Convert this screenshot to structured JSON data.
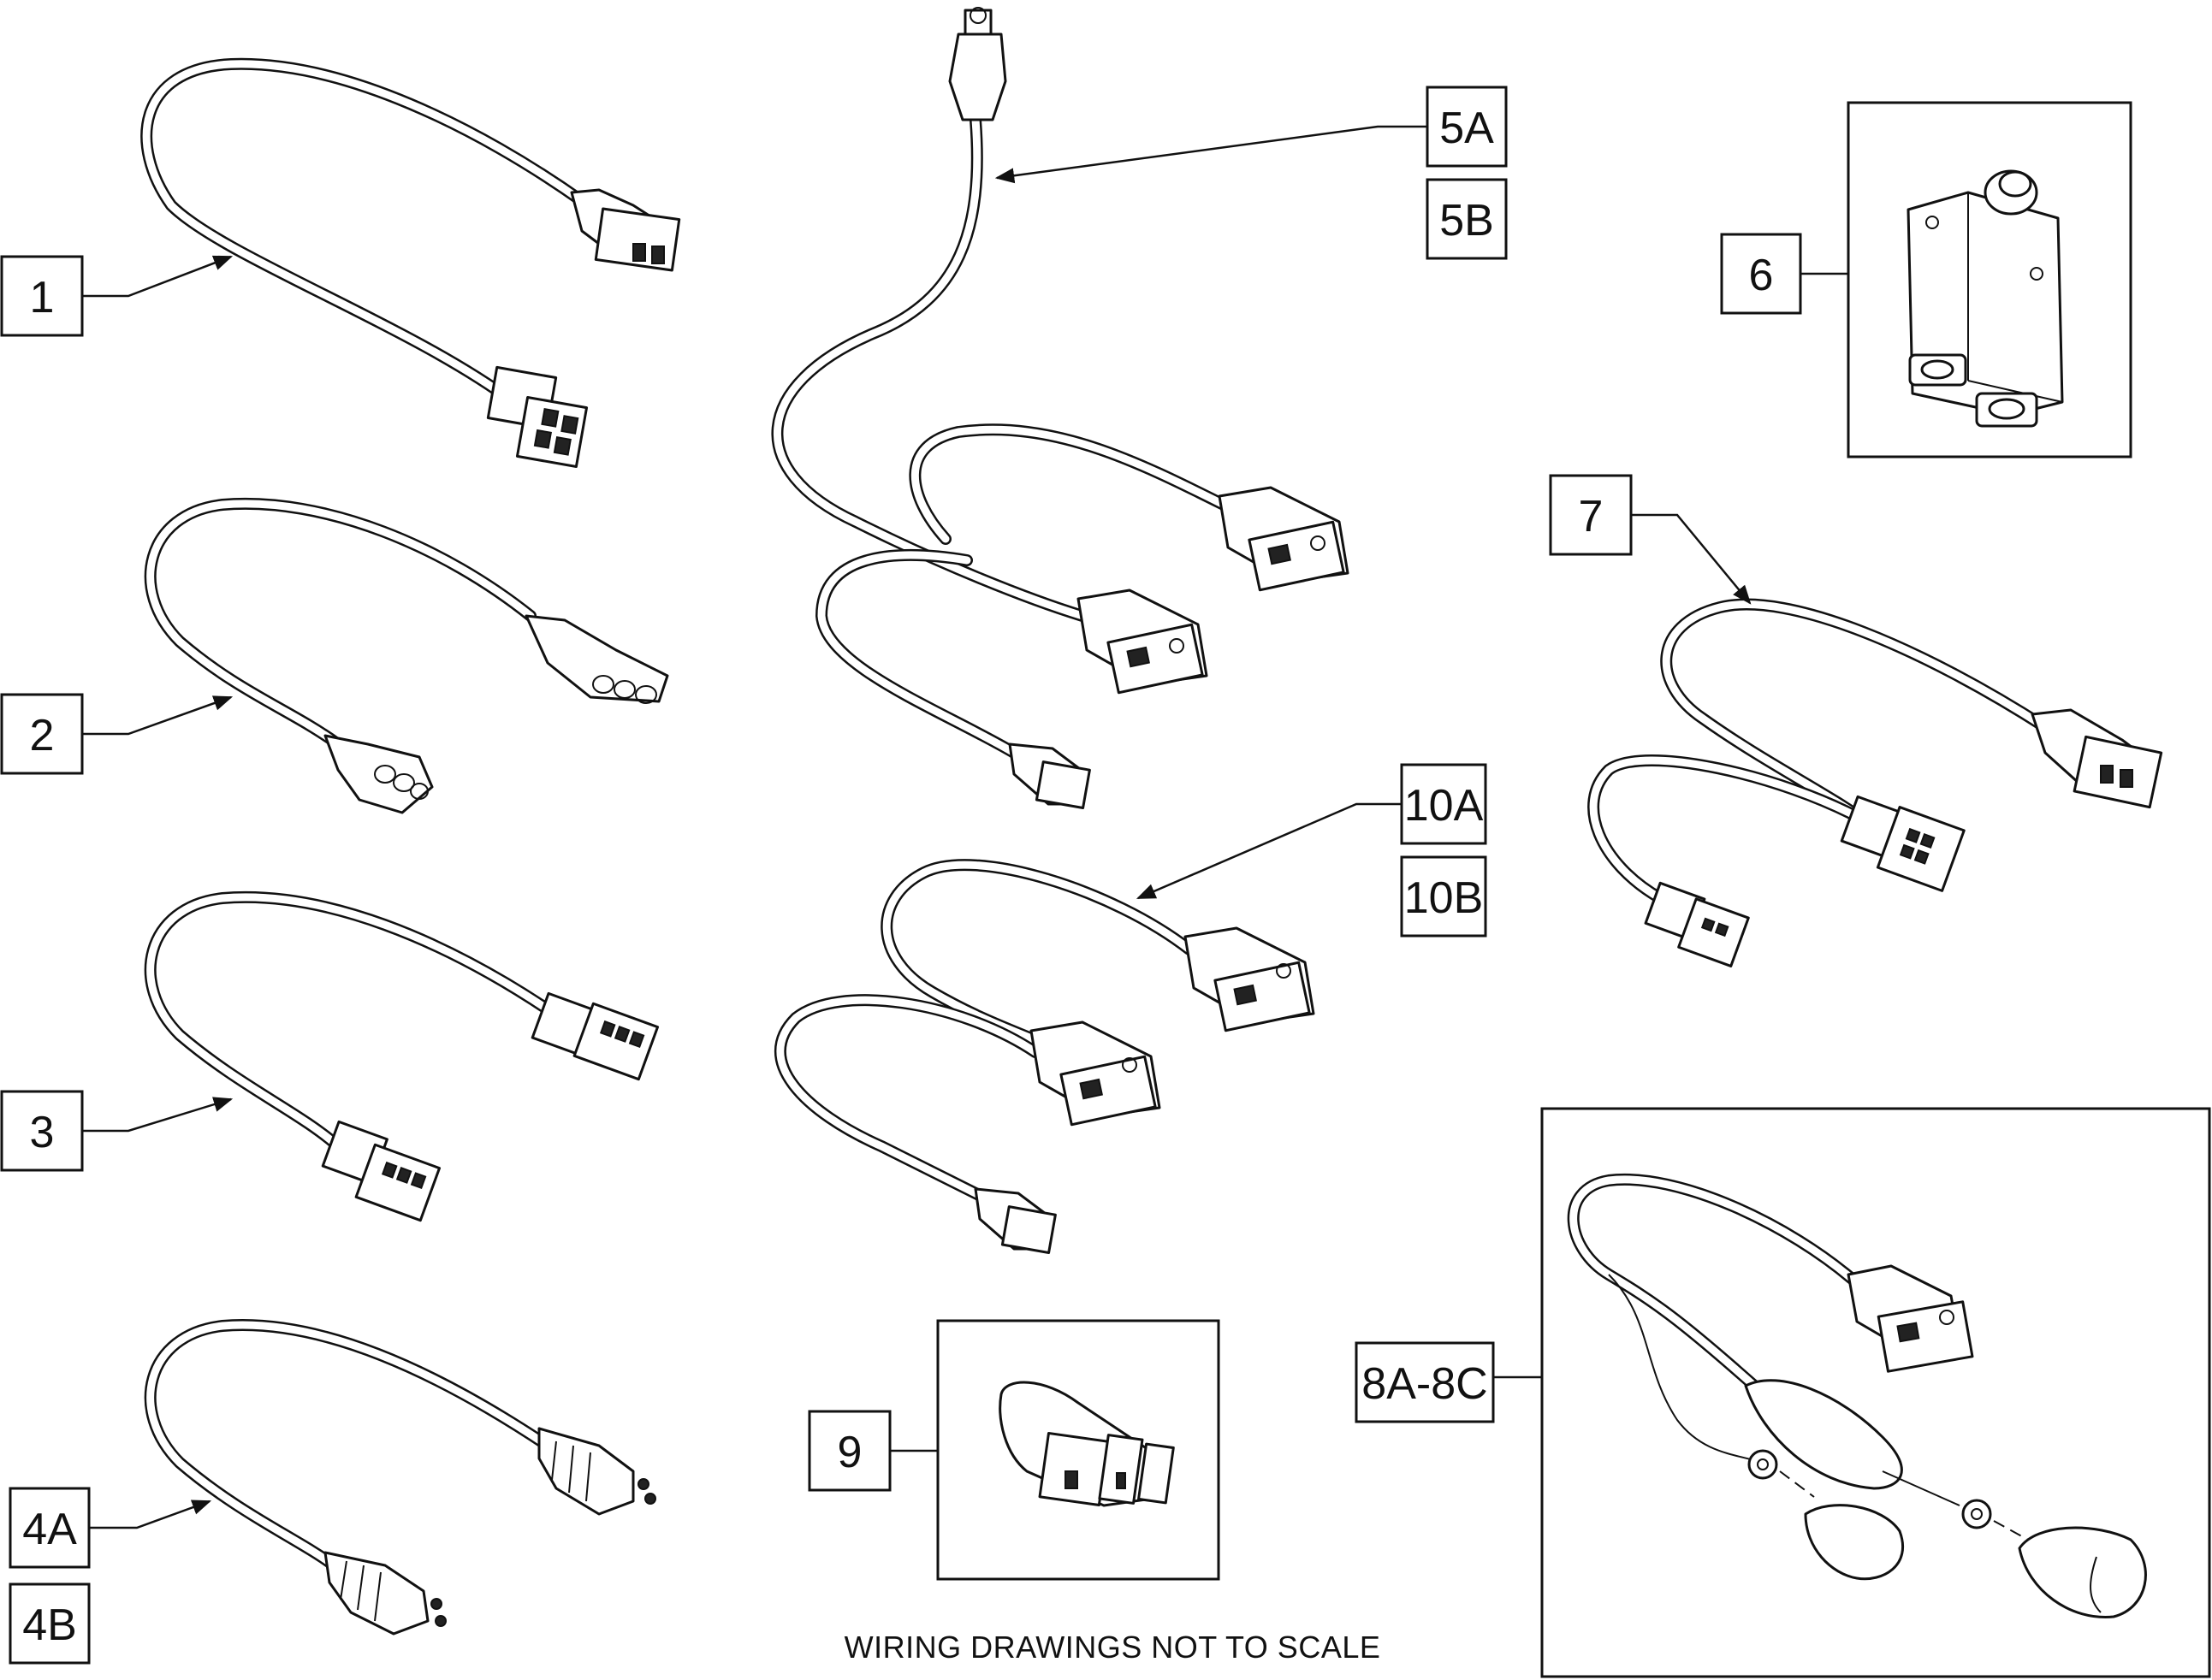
{
  "labels": {
    "l1": "1",
    "l2": "2",
    "l3": "3",
    "l4a": "4A",
    "l4b": "4B",
    "l5a": "5A",
    "l5b": "5B",
    "l6": "6",
    "l7": "7",
    "l8": "8A-8C",
    "l9": "9",
    "l10a": "10A",
    "l10b": "10B"
  },
  "note": "WIRING DRAWINGS NOT TO SCALE",
  "icons": [
    "wire-harness-icon",
    "anderson-connector-icon",
    "circuit-breaker-icon",
    "ring-terminal-icon",
    "molex-connector-icon"
  ]
}
